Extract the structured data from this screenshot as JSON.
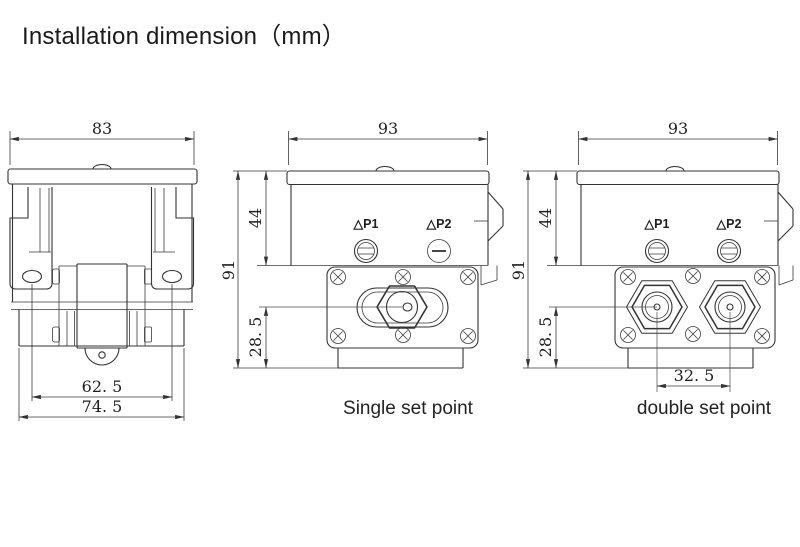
{
  "title": "Installation dimension（mm）",
  "colors": {
    "line": "#333333",
    "text": "#1f1f1f",
    "background": "#ffffff"
  },
  "drawings": {
    "side_view": {
      "dim_width": "83",
      "dim_hole_spacing": "62. 5",
      "dim_overall_width": "74. 5"
    },
    "single_set_point": {
      "caption": "Single set point",
      "dim_width": "93",
      "dim_upper_height": "44",
      "dim_total_height": "91",
      "dim_port_offset": "28. 5",
      "port1_label": "△P1",
      "port2_label": "△P2"
    },
    "double_set_point": {
      "caption": "double set point",
      "dim_width": "93",
      "dim_upper_height": "44",
      "dim_total_height": "91",
      "dim_port_offset": "28. 5",
      "dim_port_spacing": "32. 5",
      "port1_label": "△P1",
      "port2_label": "△P2"
    }
  }
}
